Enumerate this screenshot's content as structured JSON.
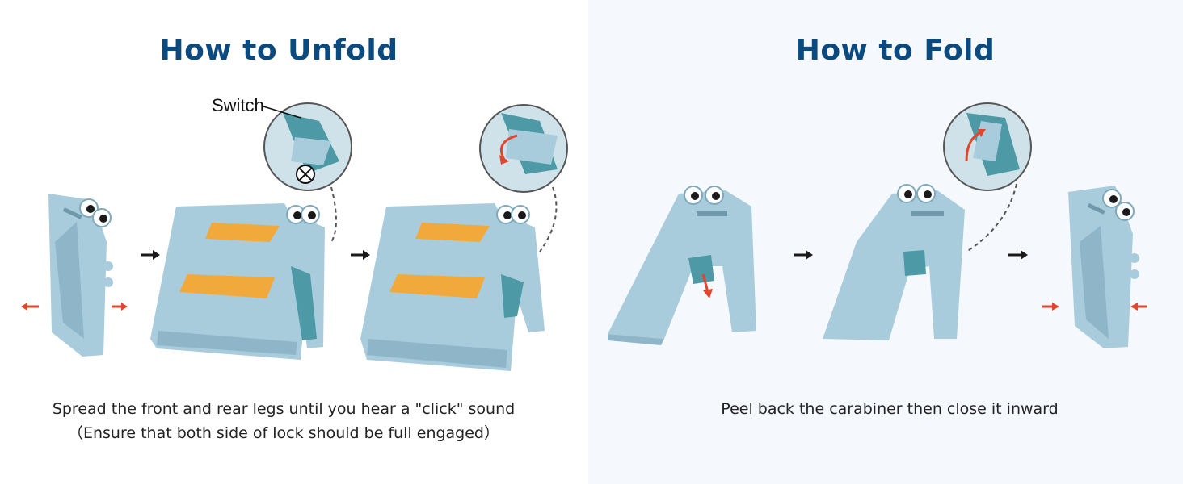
{
  "unfold": {
    "title": "How to Unfold",
    "callout_label": "Switch",
    "caption_line1": "Spread the front and rear legs until you hear a \"click\" sound",
    "caption_line2": "（Ensure that both side of lock should be full engaged）"
  },
  "fold": {
    "title": "How to Fold",
    "caption": "Peel back the carabiner then close it inward"
  },
  "colors": {
    "title": "#0b4a7e",
    "stool_body": "#a9ccdc",
    "stool_shadow": "#8fb6c8",
    "step_tread": "#f2a93b",
    "arrow_red": "#e2452b",
    "arrow_black": "#1a1a1a",
    "hinge_teal": "#4d9aa6"
  },
  "icons": [
    "right-arrow-icon",
    "red-arrow-icon",
    "blocked-cross-icon",
    "rotate-arrow-icon"
  ]
}
